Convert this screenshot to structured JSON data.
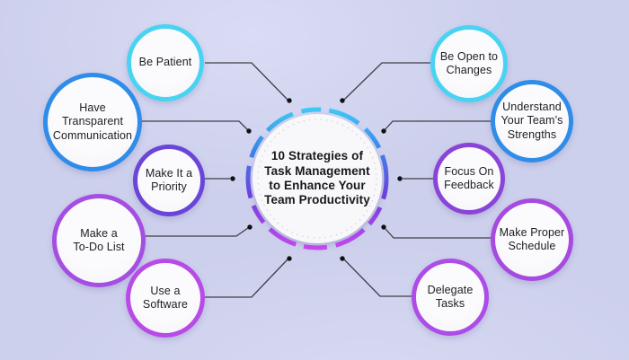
{
  "background": {
    "base_color": "#cdd0ec",
    "highlight_color": "#dadcf5"
  },
  "center": {
    "title": "10 Strategies of\nTask Management\nto Enhance Your\nTeam Productivity",
    "ring_gradient": [
      "#3fcdf4",
      "#3a86ea",
      "#6f3fde",
      "#c94aee"
    ],
    "inner_dot_ring_color": "#d4d4dc",
    "fill_color": "#f8f8fb"
  },
  "connector": {
    "line_color": "#3f3f46",
    "dot_color": "#101014"
  },
  "satellites": [
    {
      "label": "Be Patient",
      "border_color": "#49d3f2"
    },
    {
      "label": "Have\nTransparent\nCommunication",
      "border_color": "#2f8ce8"
    },
    {
      "label": "Make It a\nPriority",
      "border_color": "#6a45d8"
    },
    {
      "label": "Make a\nTo-Do List",
      "border_color": "#a44ee2"
    },
    {
      "label": "Use a\nSoftware",
      "border_color": "#b84ae8"
    },
    {
      "label": "Be Open to\nChanges",
      "border_color": "#49d3f2"
    },
    {
      "label": "Understand\nYour Team’s\nStrengths",
      "border_color": "#2f8ce8"
    },
    {
      "label": "Focus On\nFeedback",
      "border_color": "#8a45d8"
    },
    {
      "label": "Make Proper\nSchedule",
      "border_color": "#a64ae2"
    },
    {
      "label": "Delegate\nTasks",
      "border_color": "#ad4ce6"
    }
  ]
}
